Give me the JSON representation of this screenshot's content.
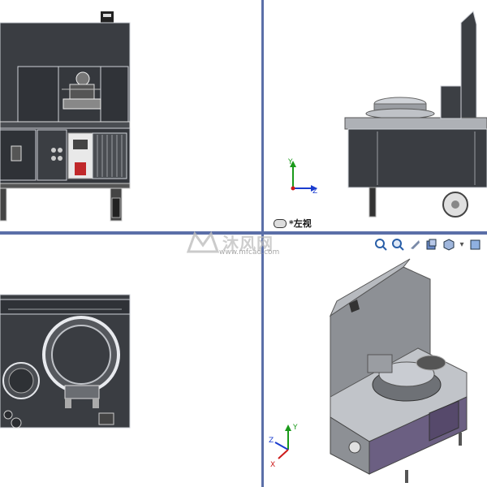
{
  "views": {
    "left_view_label": "*左视"
  },
  "watermark": {
    "title": "沐风网",
    "url": "www.mfcad.com"
  },
  "axes": {
    "side": {
      "x": "Z",
      "y": "Y"
    },
    "iso": {
      "x": "Y",
      "y": "Z",
      "z": "X"
    }
  },
  "toolbar": {
    "items": [
      "zoom-to-fit-icon",
      "zoom-to-area-icon",
      "previous-view-icon",
      "section-view-icon",
      "view-orientation-icon",
      "display-style-icon"
    ],
    "dropdown_glyph": "▾"
  },
  "colors": {
    "steel_dark": "#3c3f44",
    "steel_light": "#c9ccd2",
    "panel_purple": "#6b5f82",
    "viewport_border": "#5b6fa8",
    "axis_x": "#1a3ccf",
    "axis_y": "#1a9a1a",
    "axis_z": "#cc1a1a"
  }
}
